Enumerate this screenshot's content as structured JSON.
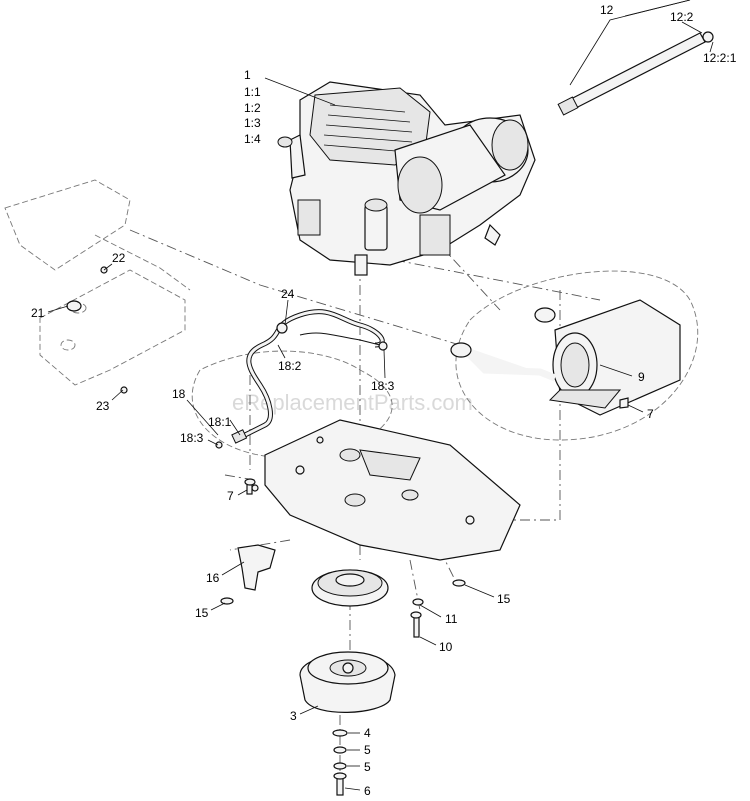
{
  "watermark": "eReplacementParts.com",
  "callouts": {
    "c1": "1",
    "c1_1": "1:1",
    "c1_2": "1:2",
    "c1_3": "1:3",
    "c1_4": "1:4",
    "c12": "12",
    "c12_2": "12:2",
    "c12_2_1": "12:2:1",
    "c22": "22",
    "c21": "21",
    "c23": "23",
    "c24": "24",
    "c18_2": "18:2",
    "c18_3a": "18:3",
    "c18": "18",
    "c18_1": "18:1",
    "c18_3b": "18:3",
    "c9": "9",
    "c7a": "7",
    "c7b": "7",
    "c16": "16",
    "c15a": "15",
    "c15b": "15",
    "c11": "11",
    "c10": "10",
    "c3": "3",
    "c4": "4",
    "c5a": "5",
    "c5b": "5",
    "c6": "6"
  }
}
